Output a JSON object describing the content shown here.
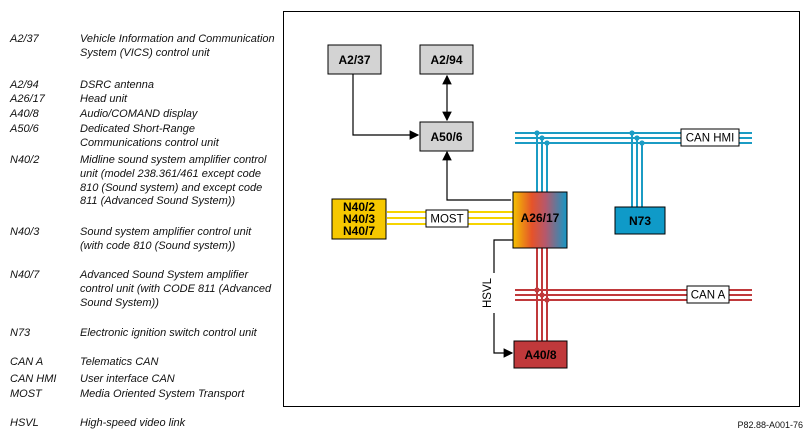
{
  "legend": [
    {
      "code": "A2/37",
      "desc": "Vehicle Information and Communication System (VICS) control unit"
    },
    {
      "code": "A2/94",
      "desc": "DSRC antenna"
    },
    {
      "code": "A26/17",
      "desc": "Head unit"
    },
    {
      "code": "A40/8",
      "desc": "Audio/COMAND display"
    },
    {
      "code": "A50/6",
      "desc": "Dedicated Short-Range Communications control unit"
    },
    {
      "code": "N40/2",
      "desc": "Midline sound system amplifier control unit (model 238.361/461 except code 810 (Sound system) and except code 811 (Advanced Sound System))"
    },
    {
      "code": "N40/3",
      "desc": "Sound system amplifier control unit (with code 810 (Sound system))"
    },
    {
      "code": "N40/7",
      "desc": "Advanced Sound System amplifier control unit (with CODE 811 (Advanced Sound System))"
    },
    {
      "code": "N73",
      "desc": "Electronic ignition switch control unit"
    },
    {
      "code": "CAN A",
      "desc": "Telematics CAN"
    },
    {
      "code": "CAN HMI",
      "desc": "User interface CAN"
    },
    {
      "code": "MOST",
      "desc": "Media Oriented System Transport"
    },
    {
      "code": "HSVL",
      "desc": "High-speed video link"
    }
  ],
  "diagram": {
    "boxes": {
      "a2_37": "A2/37",
      "a2_94": "A2/94",
      "a50_6": "A50/6",
      "a26_17": "A26/17",
      "n73": "N73",
      "a40_8": "A40/8",
      "n40_2": "N40/2",
      "n40_3": "N40/3",
      "n40_7": "N40/7"
    },
    "bus_labels": {
      "can_hmi": "CAN HMI",
      "can_a": "CAN A",
      "most": "MOST",
      "hsvl": "HSVL"
    },
    "colors": {
      "gray_box": "#d3d3d3",
      "can_hmi": "#1b9cc4",
      "can_a": "#c0393b",
      "most": "#f6d400",
      "n73": "#0f9ac8",
      "a40_8": "#c0393b"
    }
  },
  "figure_ref": "P82.88-A001-76"
}
